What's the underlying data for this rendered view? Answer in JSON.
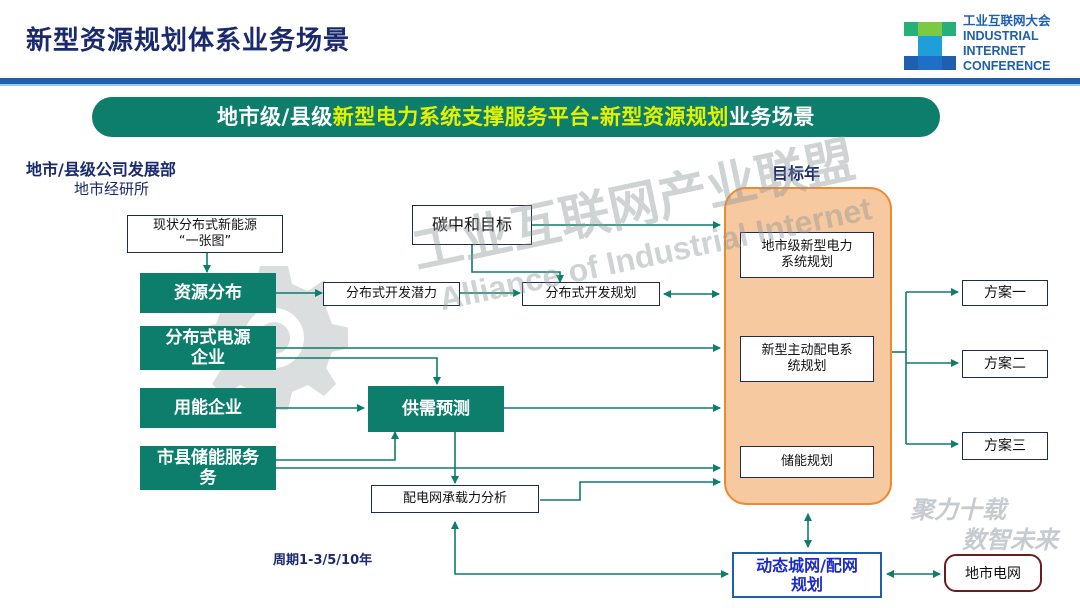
{
  "header": {
    "title": "新型资源规划体系业务场景",
    "logo_lines": [
      "工业互联网大会",
      "INDUSTRIAL",
      "INTERNET",
      "CONFERENCE"
    ]
  },
  "banner": {
    "prefix": "地市级/县级",
    "highlight1": "新型电力系统支撑服务平台-新型资源规划",
    "suffix": "业务场景"
  },
  "left_header": {
    "dept": "地市/县级公司发展部",
    "institute": "地市经研所"
  },
  "target_year_label": "目标年",
  "sources": {
    "status_map": "现状分布式新能源\n“一张图”",
    "resource_dist": "资源分布",
    "dg_enterprise": "分布式电源\n企业",
    "energy_users": "用能企业",
    "storage_service": "市县储能服务\n务"
  },
  "process": {
    "carbon_goal": "碳中和目标",
    "dg_potential": "分布式开发潜力",
    "dg_planning": "分布式开发规划",
    "supply_demand": "供需预测",
    "capacity_analysis": "配电网承载力分析"
  },
  "targets": {
    "city_power_system": "地市级新型电力\n系统规划",
    "active_distribution": "新型主动配电系\n统规划",
    "storage_planning": "储能规划"
  },
  "schemes": [
    "方案一",
    "方案二",
    "方案三"
  ],
  "period": "周期1-3/5/10年",
  "dynamic_grid": "动态城网/配网\n规划",
  "city_grid": "地市电网",
  "watermark": {
    "cn": "工业互联网产业联盟",
    "en": "Alliance of Industrial Internet",
    "slogan1": "聚力十载",
    "slogan2": "数智未来"
  },
  "colors": {
    "teal": "#0d7d6c",
    "navy": "#1a2a6c",
    "blue": "#1f5fb0",
    "orange_fill": "#f7c9a0",
    "orange_border": "#ee8a2e",
    "highlight": "#e4f200"
  }
}
